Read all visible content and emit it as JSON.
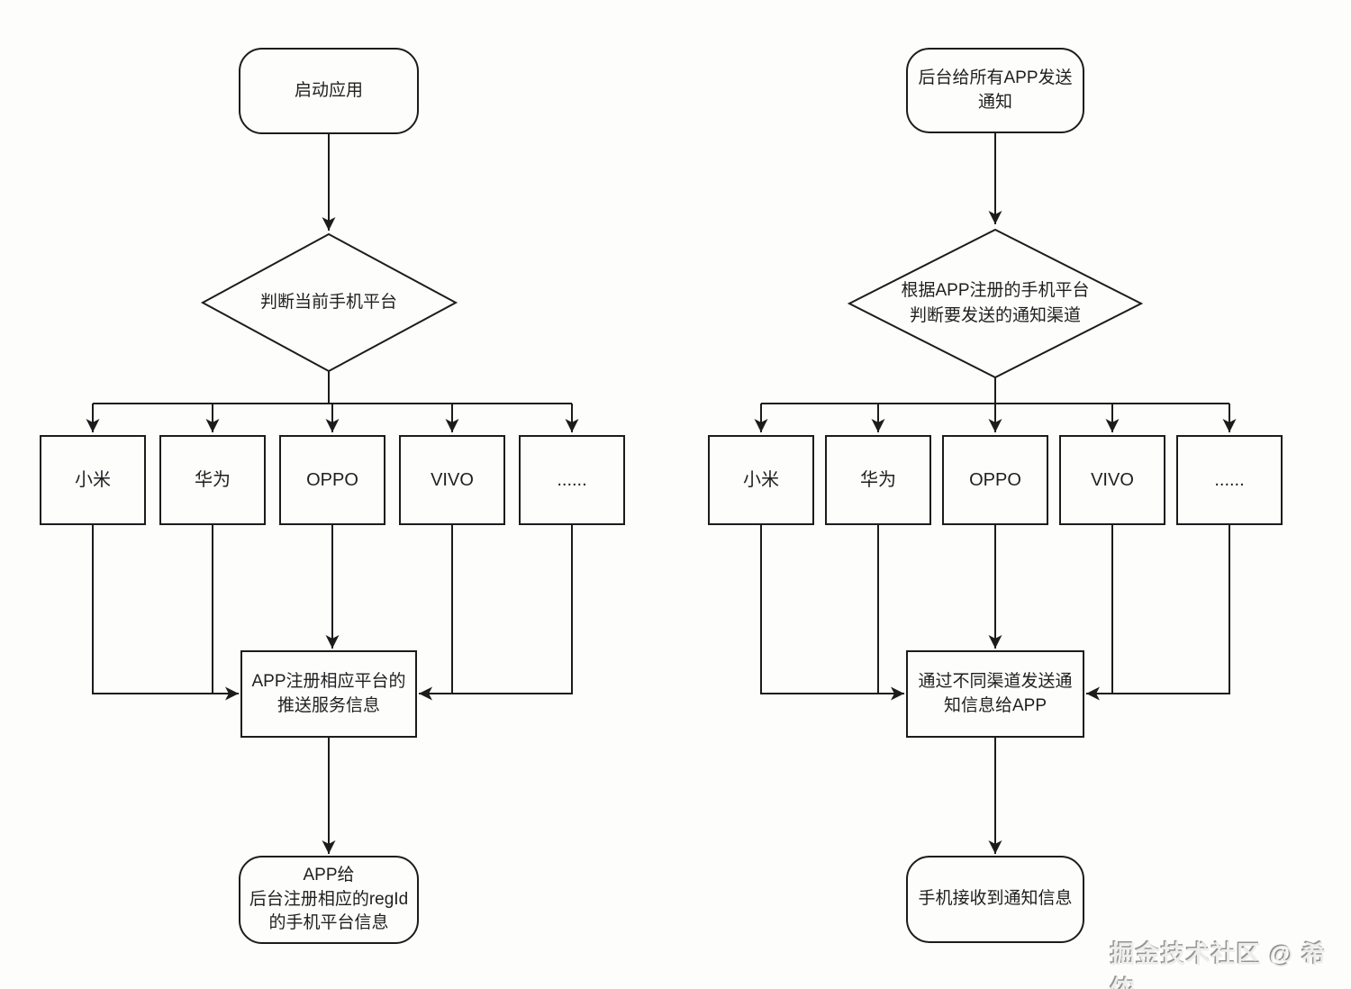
{
  "colors": {
    "line": "#1c1c1c",
    "text": "#1f1f1f",
    "background": "#fdfdfc",
    "watermark": "#aaaaaa"
  },
  "watermark": "掘金技术社区 @ 希侬",
  "left_flow": {
    "start": "启动应用",
    "decision": "判断当前手机平台",
    "platforms": [
      "小米",
      "华为",
      "OPPO",
      "VIVO",
      "......"
    ],
    "register": "APP注册相应平台的\n推送服务信息",
    "result": "APP给\n后台注册相应的regId\n的手机平台信息"
  },
  "right_flow": {
    "start": "后台给所有APP发送\n通知",
    "decision": "根据APP注册的手机平台\n判断要发送的通知渠道",
    "platforms": [
      "小米",
      "华为",
      "OPPO",
      "VIVO",
      "......"
    ],
    "send": "通过不同渠道发送通\n知信息给APP",
    "receive": "手机接收到通知信息"
  }
}
